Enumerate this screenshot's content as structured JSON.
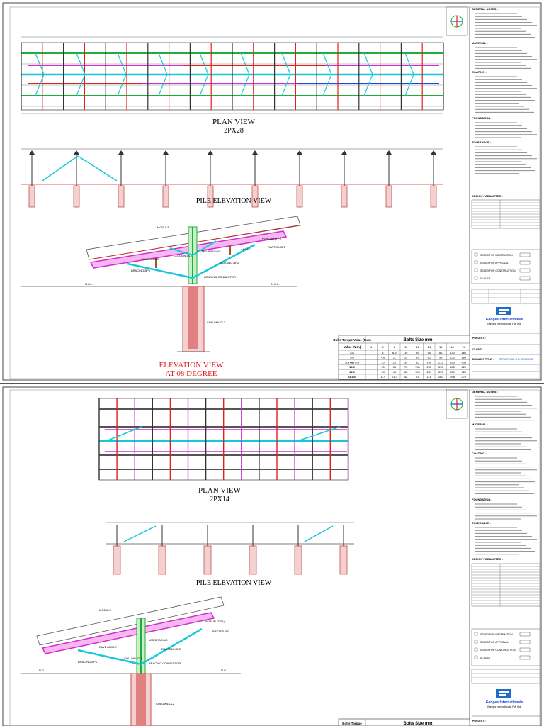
{
  "sheet1": {
    "plan_view_title": "PLAN VIEW",
    "plan_view_sub": "2PX28",
    "pile_elevation_title": "PILE ELEVATION VIEW",
    "elevation_title": "ELEVATION VIEW",
    "elevation_sub": "AT 08 DEGREE",
    "labels": {
      "module": "MODULE",
      "purlin": "PURLIN (TYP.)",
      "rafter": "RAFTER-BP1",
      "mid_bracing": "MID BRACING",
      "column": "COLUMN-CL1",
      "eave_angle": "EAVE ANGLE",
      "bracing_bp2": "BRACING-BP2",
      "bracing_bp1": "BRACING-BP1",
      "bracing_connector": "BRACING CONNECTOR",
      "column_cl2": "COLUMN-CL2",
      "ngl": "N.G.L.",
      "angle": "ANGLE"
    },
    "bolts_table": {
      "title": "Bolts Size mm",
      "col_header": "Bolts Torque Value (N.m)",
      "sizes": [
        "4",
        "6",
        "8",
        "10",
        "12",
        "14",
        "16",
        "18",
        "20"
      ],
      "rows": [
        {
          "grade": "4.6",
          "values": [
            "4",
            "6.5",
            "19",
            "35",
            "50",
            "80",
            "130",
            "160"
          ]
        },
        {
          "grade": "5.6",
          "values": [
            "4.6",
            "11",
            "22",
            "39",
            "62",
            "95",
            "150",
            "184"
          ]
        },
        {
          "grade": "8.8 OR 9.8",
          "values": [
            "10",
            "25",
            "35",
            "85",
            "140",
            "215",
            "335",
            "435"
          ]
        },
        {
          "grade": "10.9",
          "values": [
            "15",
            "35",
            "75",
            "130",
            "205",
            "315",
            "465",
            "620"
          ]
        },
        {
          "grade": "12.9",
          "values": [
            "18",
            "45",
            "85",
            "150",
            "249",
            "370",
            "550",
            "725"
          ]
        },
        {
          "grade": "SS304",
          "values": [
            "8.7",
            "21.3",
            "42",
            "75",
            "118",
            "180",
            "258",
            "370"
          ]
        }
      ]
    }
  },
  "sheet2": {
    "plan_view_title": "PLAN VIEW",
    "plan_view_sub": "2PX14",
    "pile_elevation_title": "PILE ELEVATION VIEW",
    "bolts_table_title": "Bolts Size mm",
    "bolts_table_col_header": "Bolts Torque"
  },
  "notes": {
    "general_header": "GENERAL NOTES :",
    "material_header": "MATERIAL :",
    "coating_header": "COATING :",
    "foundation_header": "FOUNDATION :",
    "tolerance_header": "TOLERANCE :",
    "design_header": "DESIGN PARAMETER :"
  },
  "title_block": {
    "company": "Ganges Internationale",
    "company_full": "Ganges Internationale Pvt. Ltd.",
    "status_items": [
      "ISSUED FOR INFORMATION",
      "ISSUED FOR APPROVAL",
      "ISSUED FOR CONSTRUCTION",
      "AS BUILT"
    ],
    "project_label": "PROJECT :",
    "client_label": "CLIENT :",
    "drawing_title_label": "DRAWING TITLE :",
    "drawing_title": "STRUCTURE G.A. DRAWING"
  },
  "colors": {
    "grid_green": "#1fae3a",
    "magenta": "#d12bd1",
    "cyan": "#18c8d8",
    "red": "#e02020",
    "blue": "#1c48d8",
    "dark": "#333333",
    "brick": "#c0504d"
  }
}
